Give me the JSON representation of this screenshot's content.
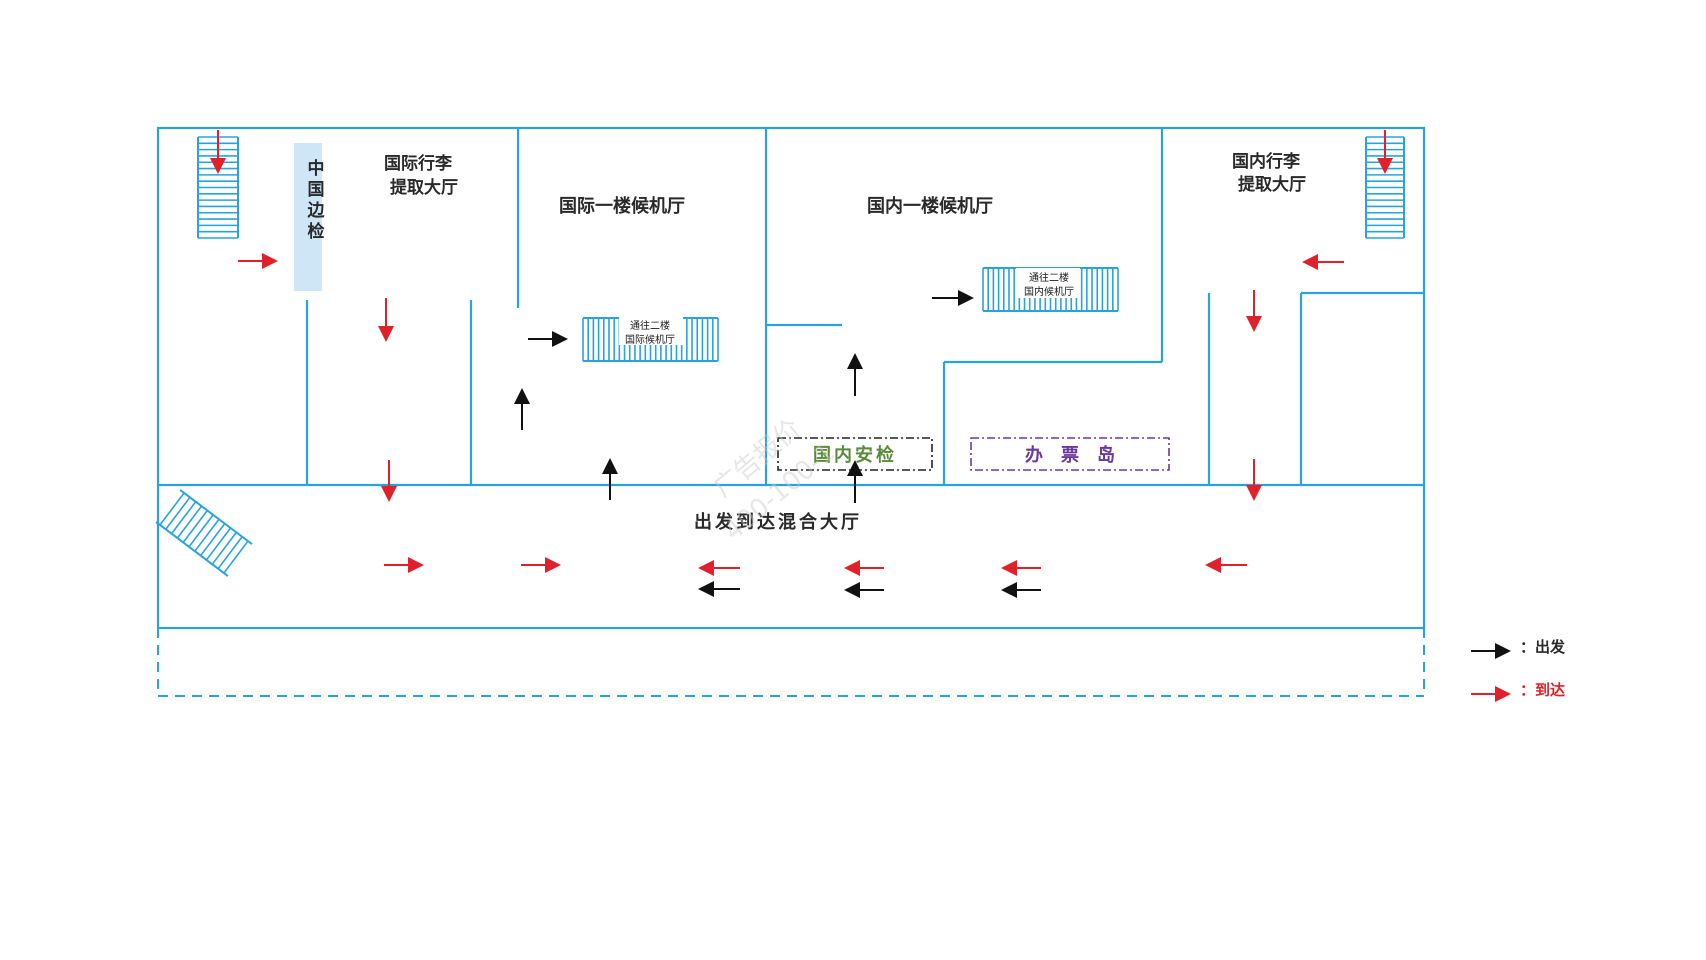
{
  "labels": {
    "intl_baggage_line1": "国际行李",
    "intl_baggage_line2": "提取大厅",
    "border_check_1": "中",
    "border_check_2": "国",
    "border_check_3": "边",
    "border_check_4": "检",
    "intl_waiting_hall": "国际一楼候机厅",
    "dom_waiting_hall": "国内一楼候机厅",
    "dom_baggage_line1": "国内行李",
    "dom_baggage_line2": "提取大厅",
    "stairs_intl_line1": "通往二楼",
    "stairs_intl_line2": "国际候机厅",
    "stairs_dom_line1": "通往二楼",
    "stairs_dom_line2": "国内候机厅",
    "dom_security": "国内安检",
    "ticket_island": "办　票　岛",
    "mixed_hall": "出发到达混合大厅"
  },
  "legend": {
    "departure_label": "：出发",
    "arrival_label": "：到达"
  },
  "watermark": {
    "line1": "广告报价",
    "line2": "400-100-1"
  },
  "colors": {
    "wall": "#29a3dd",
    "arrival_arrow": "#e0202a",
    "departure_arrow": "#111111",
    "security_text": "#5a8a3a",
    "ticket_text": "#6a3a9a",
    "border_check_fill": "#cfe6f7"
  }
}
